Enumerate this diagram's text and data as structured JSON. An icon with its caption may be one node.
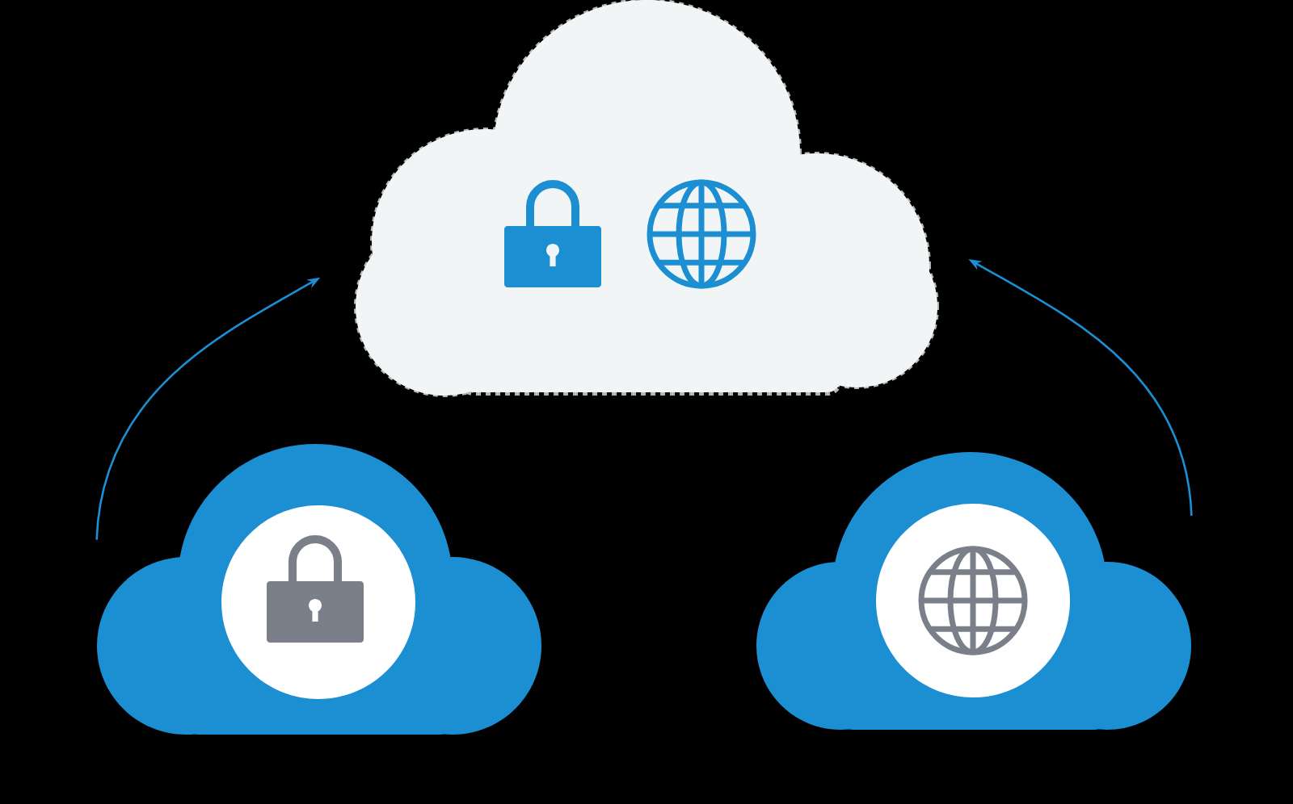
{
  "diagram": {
    "nodes": [
      {
        "text": [],
        "shape": "cloud"
      },
      {
        "text": [],
        "shape": "cloud"
      },
      {
        "text": [],
        "shape": "cloud"
      }
    ],
    "edges": [
      {
        "from": 1,
        "to": 0,
        "arrow": "to"
      },
      {
        "from": 2,
        "to": 0,
        "arrow": "to"
      }
    ]
  }
}
